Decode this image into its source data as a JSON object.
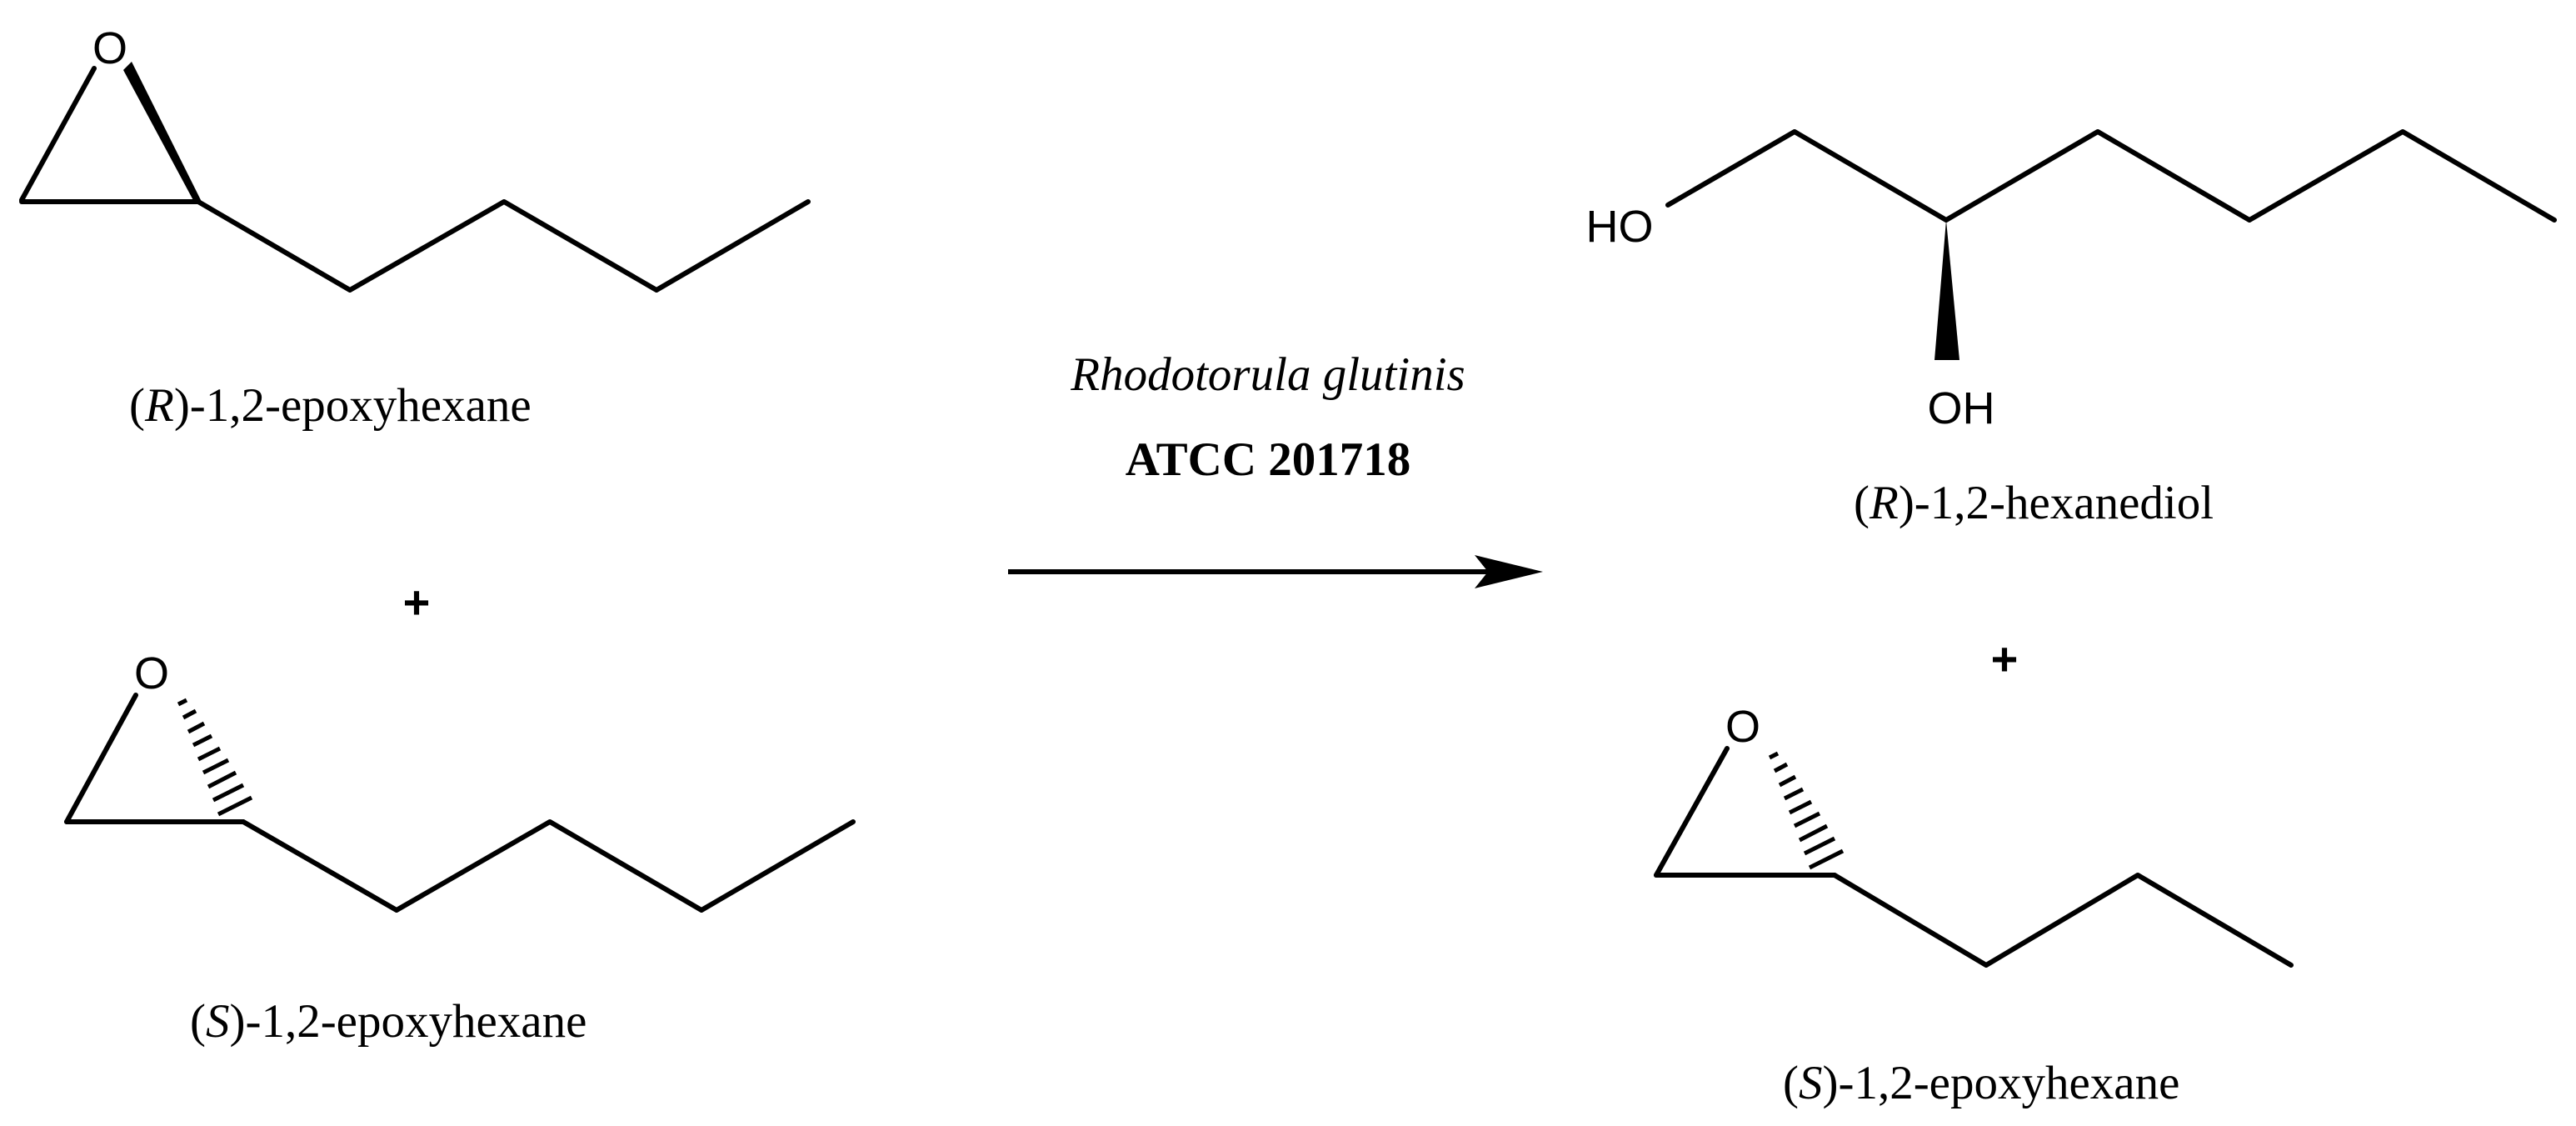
{
  "reactants": {
    "r_epoxide": {
      "atom_o": "O",
      "label_open": "(",
      "label_config": "R",
      "label_rest": ")-1,2-epoxyhexane"
    },
    "plus": "+",
    "s_epoxide": {
      "atom_o": "O",
      "label_open": "(",
      "label_config": "S",
      "label_rest": ")-1,2-epoxyhexane"
    }
  },
  "reaction": {
    "organism": "Rhodotorula glutinis",
    "strain": "ATCC 201718"
  },
  "products": {
    "r_diol": {
      "atom_ho": "HO",
      "atom_oh": "OH",
      "label_open": "(",
      "label_config": "R",
      "label_rest": ")-1,2-hexanediol"
    },
    "plus": "+",
    "s_epoxide": {
      "atom_o": "O",
      "label_open": "(",
      "label_config": "S",
      "label_rest": ")-1,2-epoxyhexane"
    }
  },
  "colors": {
    "ink": "#000000",
    "background": "#ffffff"
  }
}
